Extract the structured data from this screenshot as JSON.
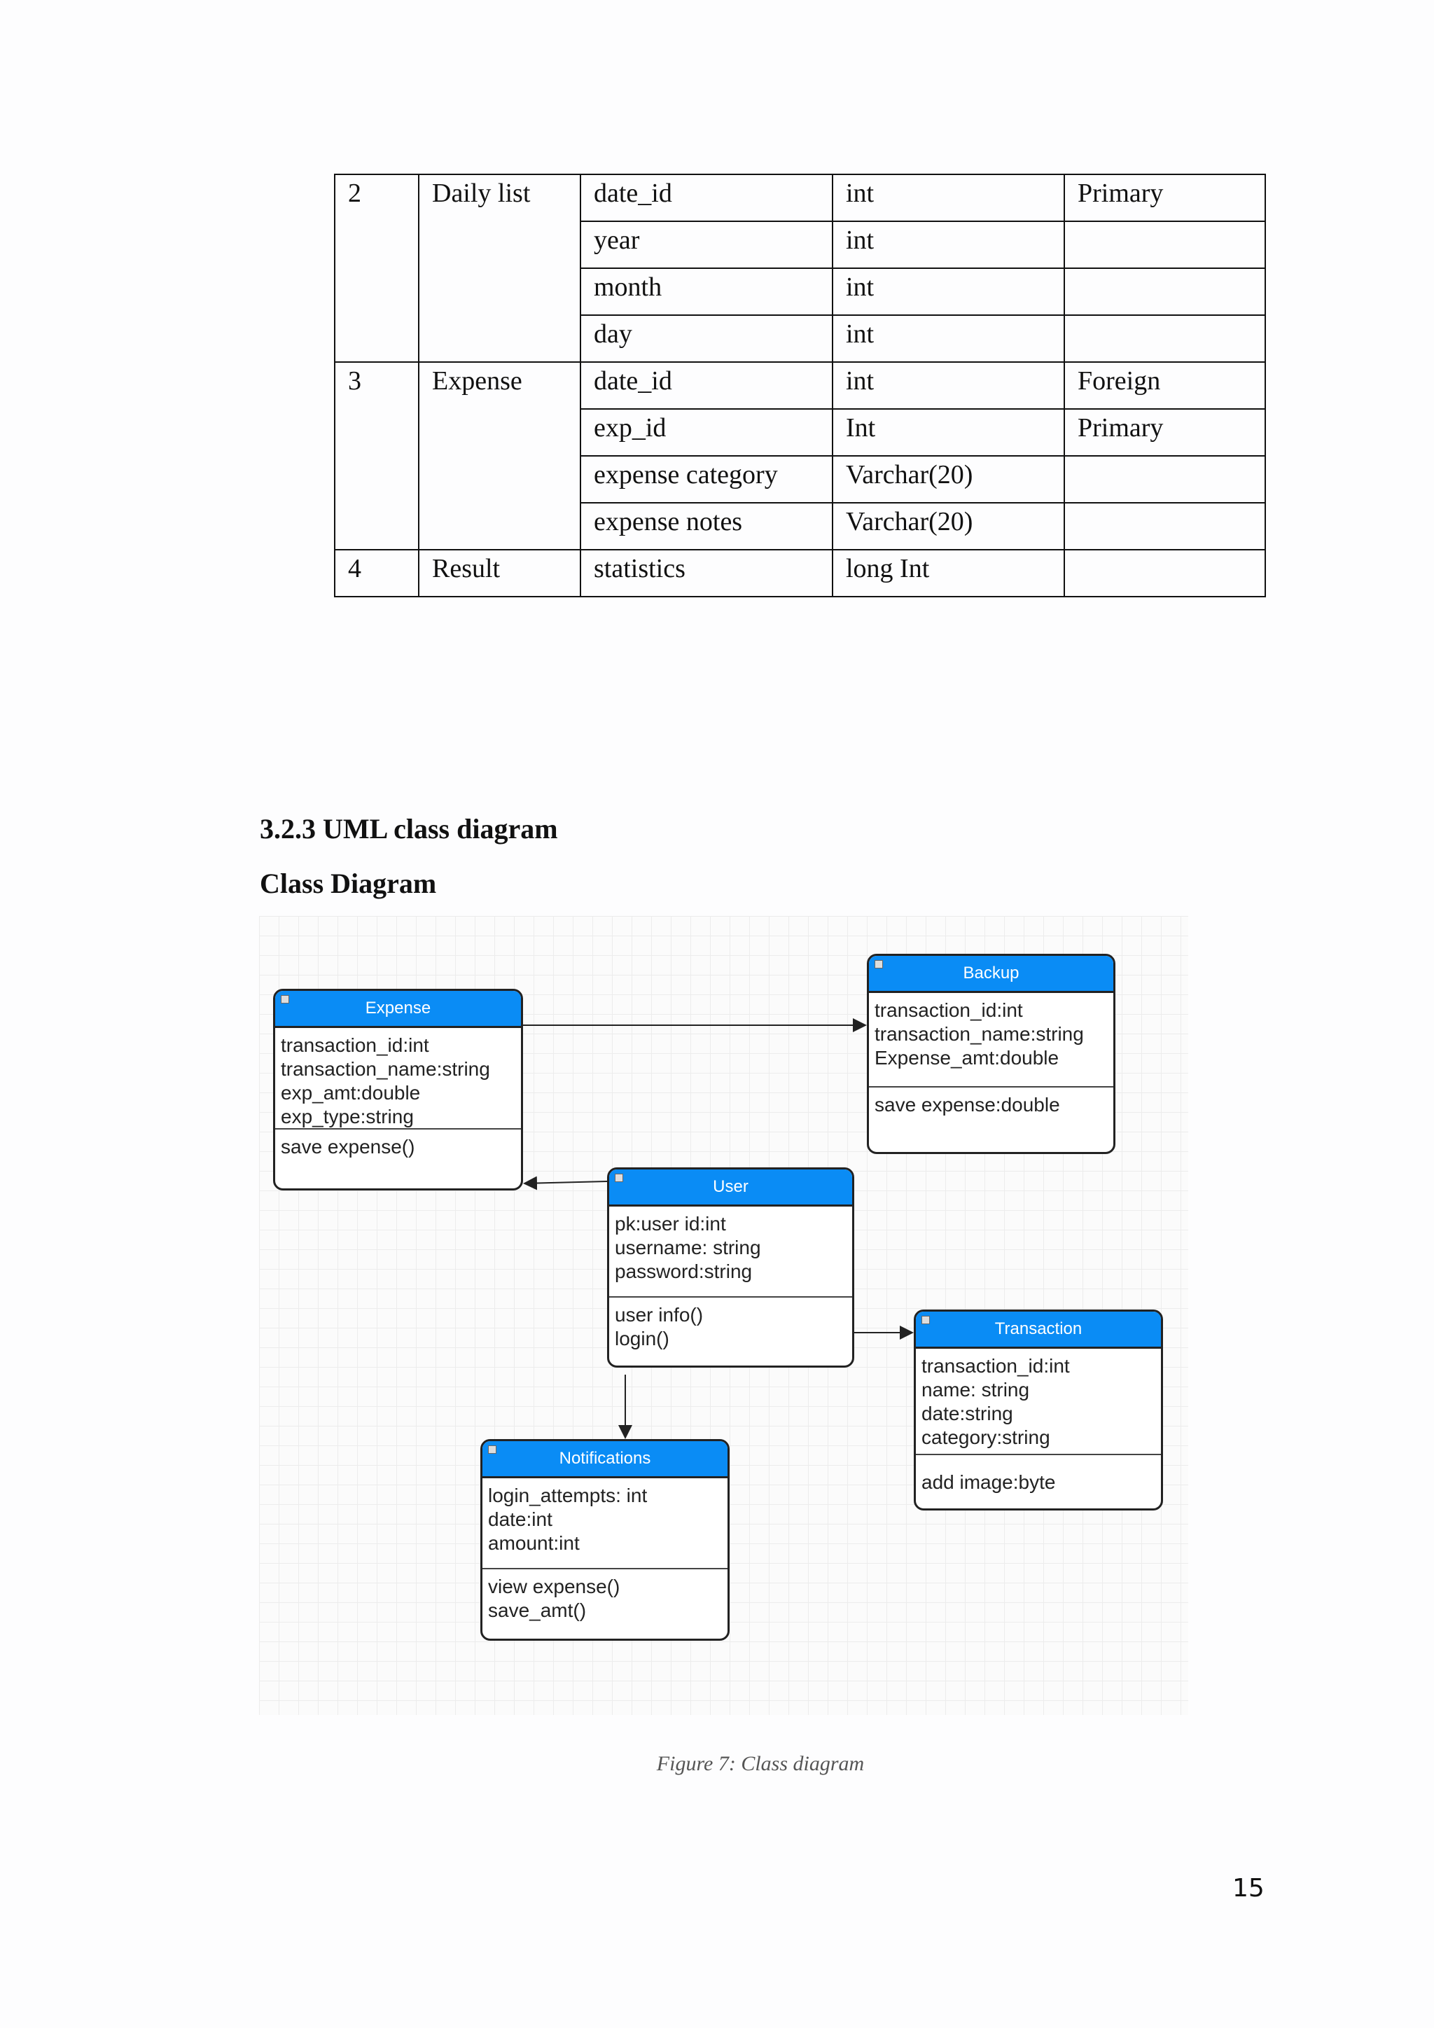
{
  "table": {
    "groups": [
      {
        "no": "2",
        "entity": "Daily list",
        "rows": [
          [
            "date_id",
            "int",
            "Primary"
          ],
          [
            "year",
            "int",
            ""
          ],
          [
            "month",
            "int",
            ""
          ],
          [
            "day",
            "int",
            ""
          ]
        ]
      },
      {
        "no": "3",
        "entity": "Expense",
        "rows": [
          [
            "date_id",
            "int",
            "Foreign"
          ],
          [
            "exp_id",
            "Int",
            "Primary"
          ],
          [
            "expense category",
            "Varchar(20)",
            ""
          ],
          [
            "expense notes",
            "Varchar(20)",
            ""
          ]
        ]
      },
      {
        "no": "4",
        "entity": "Result",
        "rows": [
          [
            "statistics",
            "long Int",
            ""
          ]
        ]
      }
    ]
  },
  "section_heading": "3.2.3 UML class diagram",
  "subheading": "Class Diagram",
  "diagram": {
    "accent_color": "#0a8cf5",
    "classes": [
      {
        "name": "Expense",
        "attributes": [
          "transaction_id:int",
          "transaction_name:string",
          "exp_amt:double",
          "exp_type:string"
        ],
        "methods": [
          "save expense()"
        ]
      },
      {
        "name": "Backup",
        "attributes": [
          "transaction_id:int",
          "transaction_name:string",
          "Expense_amt:double"
        ],
        "methods": [
          "save expense:double"
        ]
      },
      {
        "name": "User",
        "attributes": [
          "pk:user id:int",
          "username: string",
          "password:string"
        ],
        "methods": [
          "user info()",
          "login()"
        ]
      },
      {
        "name": "Transaction",
        "attributes": [
          "transaction_id:int",
          "name: string",
          "date:string",
          "category:string"
        ],
        "methods": [
          "add image:byte"
        ]
      },
      {
        "name": "Notifications",
        "attributes": [
          "login_attempts: int",
          "date:int",
          "amount:int"
        ],
        "methods": [
          "view expense()",
          "save_amt()"
        ]
      }
    ],
    "associations": [
      {
        "from": "Expense",
        "to": "Backup"
      },
      {
        "from": "User",
        "to": "Expense"
      },
      {
        "from": "User",
        "to": "Transaction"
      },
      {
        "from": "User",
        "to": "Notifications"
      }
    ]
  },
  "caption": "Figure 7: Class diagram",
  "page_number": "15"
}
